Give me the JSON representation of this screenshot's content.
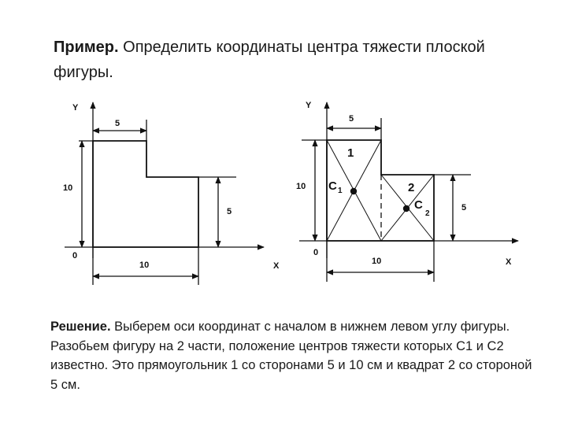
{
  "title": {
    "lead": "Пример.",
    "rest": "Определить координаты центра тяжести плоской фигуры."
  },
  "figure_left": {
    "axis_y": "Y",
    "axis_x": "X",
    "origin": "0",
    "dim_top": "5",
    "dim_left": "10",
    "dim_right": "5",
    "dim_bottom": "10"
  },
  "figure_right": {
    "axis_y": "Y",
    "axis_x": "X",
    "origin": "0",
    "dim_top": "5",
    "dim_left": "10",
    "dim_right": "5",
    "dim_bottom": "10",
    "part1": "1",
    "part2": "2",
    "c1_main": "C",
    "c1_sub": "1",
    "c2_main": "C",
    "c2_sub": "2"
  },
  "solution": {
    "lead": "Решение.",
    "rest": "Выберем оси координат с началом в нижнем левом углу фигуры. Разобьем фигуру на 2 части, положение центров тяжести которых С1 и С2 известно. Это прямоугольник 1 со сторонами 5  и 10 см и квадрат  2  со стороной 5 см."
  }
}
